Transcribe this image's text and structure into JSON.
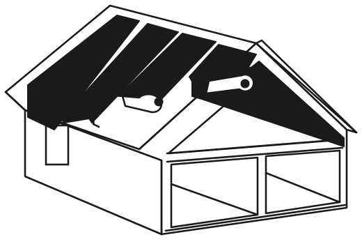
{
  "figure": {
    "subject": "house-roof-underlayment",
    "colors": {
      "background": "#ffffff",
      "line": "#1a1a1a",
      "membrane": "#1a1a1a"
    },
    "underlayment_strips": 4,
    "strip_state": [
      "laid",
      "laid",
      "rolling",
      "rolling"
    ],
    "window_count": 1,
    "interior_rooms": 2
  }
}
